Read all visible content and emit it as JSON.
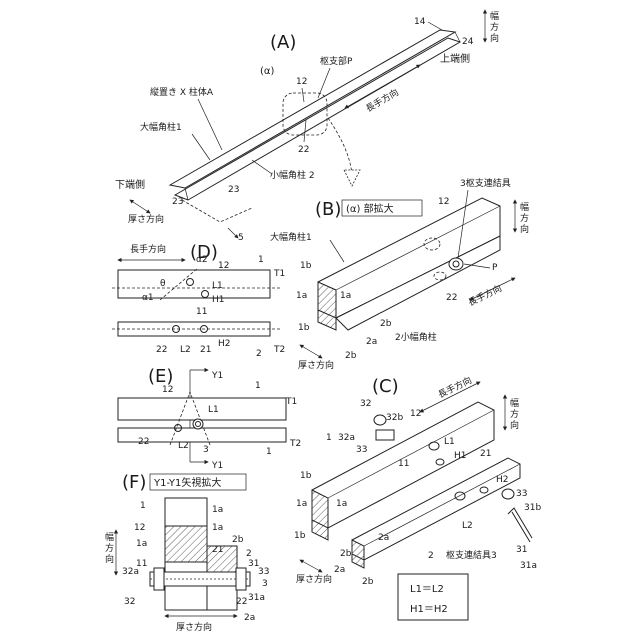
{
  "views": {
    "a": {
      "title": "(A)",
      "alpha": "(α)",
      "pivot": "枢支部P",
      "n12": "12",
      "n22": "22",
      "n14": "14",
      "n24": "24",
      "n23a": "23",
      "n23b": "23",
      "n5": "5",
      "width_dir": [
        "幅",
        "方",
        "向"
      ],
      "upper_end": "上端側",
      "long_dir": "長手方向",
      "vertical": "縦置き X 柱体A",
      "big_col": "大幅角柱1",
      "small_col": "小幅角柱 2",
      "lower_end": "下端側",
      "thick_dir": "厚さ方向"
    },
    "b": {
      "title": "(B)",
      "enlarge": "(α) 部拡大",
      "joint": "3枢支連結具",
      "n12": "12",
      "width_dir": [
        "幅",
        "方",
        "向"
      ],
      "big_col": "大幅角柱1",
      "p": "P",
      "n1b_top": "1b",
      "n1a_left": "1a",
      "n1a_right": "1a",
      "n1b_bottom": "1b",
      "n22": "22",
      "long_dir": "長手方向",
      "n2b": "2b",
      "n2a": "2a",
      "small_col": "2小幅角柱",
      "n2b_bottom": "2b",
      "thick_dir": "厚さ方向"
    },
    "d": {
      "title": "(D)",
      "long_dir": "長手方向",
      "alpha2": "α2",
      "n12": "12",
      "n1": "1",
      "theta": "θ",
      "l1": "L1",
      "t1": "T1",
      "q1": "α1",
      "h1": "H1",
      "n11": "11",
      "n22": "22",
      "n21": "21",
      "l2": "L2",
      "h2": "H2",
      "n2": "2",
      "t2": "T2"
    },
    "e": {
      "title": "(E)",
      "y1_top": "Y1",
      "n1_top": "1",
      "n12": "12",
      "l1": "L1",
      "t1": "T1",
      "n22": "22",
      "l2": "L2",
      "n3": "3",
      "t2": "T2",
      "n1": "1",
      "y1_bottom": "Y1"
    },
    "c": {
      "title": "(C)",
      "long_dir": "長手方向",
      "width_dir": [
        "幅",
        "方",
        "向"
      ],
      "n32": "32",
      "n32b": "32b",
      "n12": "12",
      "n32a": "32a",
      "n1": "1",
      "n33_top": "33",
      "l1": "L1",
      "n11": "11",
      "h1": "H1",
      "n21": "21",
      "h2": "H2",
      "n1b_top": "1b",
      "n33": "33",
      "n31b": "31b",
      "n1a_left": "1a",
      "n1a_right": "1a",
      "n1b_bottom": "1b",
      "l2": "L2",
      "n2b": "2b",
      "n2a": "2a",
      "n2a_right": "2a",
      "n2": "2",
      "joint": "枢支連結具3",
      "n31": "31",
      "n31a": "31a",
      "n2b_bottom": "2b",
      "thick_dir": "厚さ方向"
    },
    "f": {
      "title": "(F)",
      "enlarge": "Y1-Y1矢視拡大",
      "n1": "1",
      "n1a_top": "1a",
      "n12": "12",
      "n1a_side": "1a",
      "n1a_mid": "1a",
      "n2b": "2b",
      "n21": "21",
      "n2": "2",
      "n11": "11",
      "n31": "31",
      "n33": "33",
      "n32a": "32a",
      "n3": "3",
      "n31a": "31a",
      "n32": "32",
      "n22": "22",
      "n2a": "2a",
      "width_dir": [
        "幅",
        "方",
        "向"
      ],
      "thick_dir": "厚さ方向"
    }
  },
  "equations": [
    "L1＝L2",
    "H1＝H2"
  ]
}
